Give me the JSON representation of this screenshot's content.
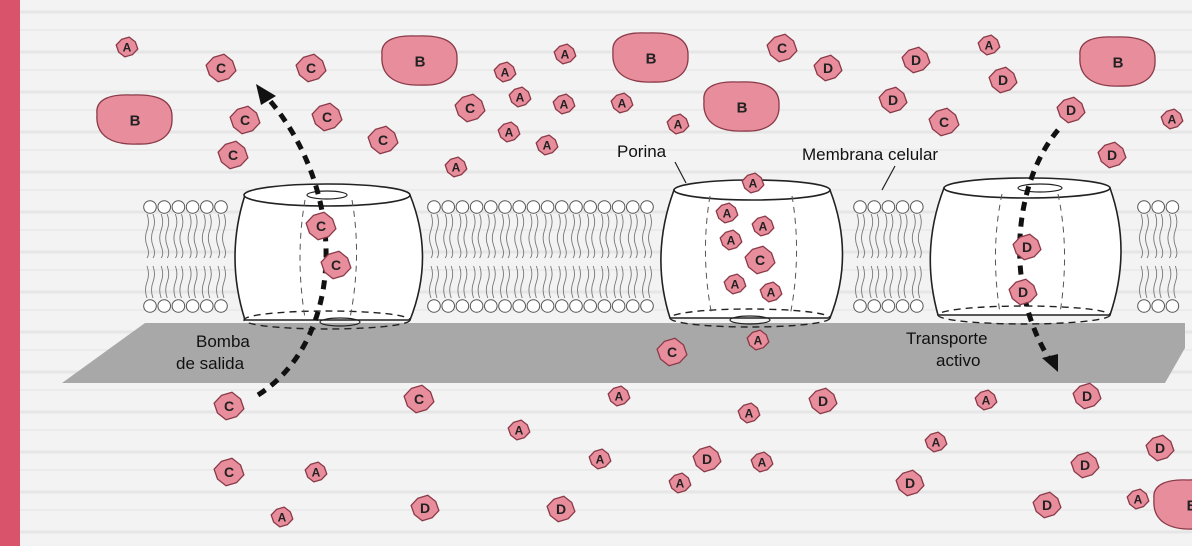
{
  "labels": {
    "porina": "Porina",
    "membrana": "Membrana celular",
    "bomba_line1": "Bomba",
    "bomba_line2": "de salida",
    "transporte_line1": "Transporte",
    "transporte_line2": "activo"
  },
  "molecule_types": {
    "A": {
      "letter": "A",
      "fill": "#e88d9c",
      "stroke": "#8a3a48"
    },
    "B": {
      "letter": "B",
      "fill": "#e88d9c",
      "stroke": "#8a3a48"
    },
    "C": {
      "letter": "C",
      "fill": "#e88d9c",
      "stroke": "#8a3a48"
    },
    "D": {
      "letter": "D",
      "fill": "#e88d9c",
      "stroke": "#8a3a48"
    }
  },
  "colors": {
    "left_border": "#d9536b",
    "background": "#f2f2f2",
    "cell_wall_plane": "#a8a8a8",
    "arrow": "#111111"
  }
}
